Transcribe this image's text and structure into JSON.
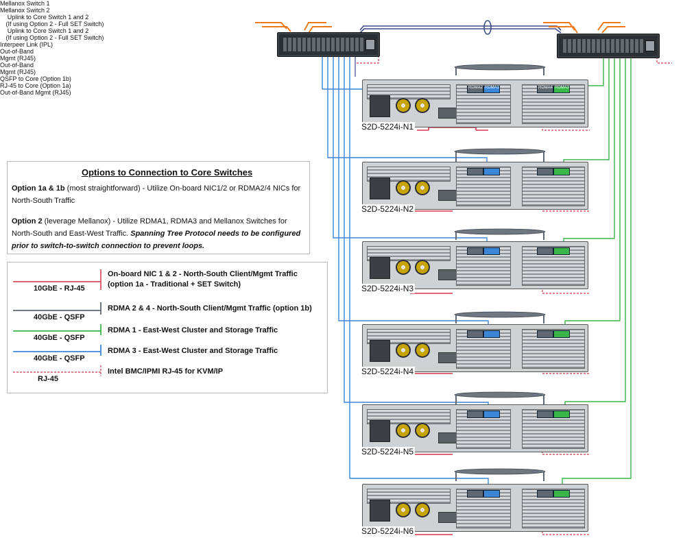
{
  "switches": [
    {
      "name": "Mellanox Switch 1",
      "uplink_line1": "Uplink to Core Switch 1 and 2",
      "uplink_line2": "(If using Option 2 - Full SET Switch)",
      "oob_line1": "Out-of-Band",
      "oob_line2": "Mgmt (RJ45)"
    },
    {
      "name": "Mellanox Switch 2",
      "uplink_line1": "Uplink to Core Switch 1 and 2",
      "uplink_line2": "(If using Option 2 - Full SET Switch)",
      "oob_line1": "Out-of-Band",
      "oob_line2": "Mgmt (RJ45)"
    }
  ],
  "ipl_label": "Interpeer Link (IPL)",
  "qsfp_core_label": "QSFP to Core (Option 1b)",
  "rj45_core_label": "RJ-45 to Core (Option 1a)",
  "oob_node_label": "Out-of-Band Mgmt (RJ45)",
  "nic_labels": [
    "RDMA2",
    "RDMA1",
    "RDMA4",
    "RDMA3"
  ],
  "nodes": [
    {
      "name": "S2D-5224i-N1"
    },
    {
      "name": "S2D-5224i-N2"
    },
    {
      "name": "S2D-5224i-N3"
    },
    {
      "name": "S2D-5224i-N4"
    },
    {
      "name": "S2D-5224i-N5"
    },
    {
      "name": "S2D-5224i-N6"
    }
  ],
  "options": {
    "title": "Options to Connection to Core Switches",
    "opt1_bold": "Option 1a & 1b",
    "opt1_text": " (most straightforward) - Utilize On-board NIC1/2 or RDMA2/4 NICs for North-South Traffic",
    "opt2_bold": "Option 2",
    "opt2_text": " (leverage Mellanox) - Utilize RDMA1, RDMA3 and Mellanox Switches for North-South and East-West Traffic.",
    "opt2_note": "Spanning Tree Protocol needs to be configured prior to switch-to-switch connection to prevent loops."
  },
  "legend": [
    {
      "label": "10GbE - RJ-45",
      "desc": "On-board NIC 1 & 2 - North-South Client/Mgmt Traffic (option 1a - Traditional + SET Switch)",
      "color": "#d6334a",
      "style": "solid"
    },
    {
      "label": "40GbE - QSFP",
      "desc": "RDMA 2 & 4 - North-South Client/Mgmt Traffic (option 1b)",
      "color": "#5f6873",
      "style": "solid"
    },
    {
      "label": "40GbE - QSFP",
      "desc": "RDMA 1 - East-West Cluster and  Storage Traffic",
      "color": "#39b54a",
      "style": "solid"
    },
    {
      "label": "40GbE - QSFP",
      "desc": "RDMA 3 - East-West Cluster and Storage Traffic",
      "color": "#3b86d6",
      "style": "solid"
    },
    {
      "label": "RJ-45",
      "desc": "Intel BMC/IPMI RJ-45 for KVM/IP",
      "color": "#d6334a",
      "style": "dashed"
    }
  ],
  "colors": {
    "rj45": "#d6334a",
    "qsfp_grey": "#5f6873",
    "rdma1_green": "#39b54a",
    "rdma3_blue": "#3b86d6",
    "uplink_orange": "#f07a1a",
    "ipl_navy": "#3a4a8c"
  }
}
